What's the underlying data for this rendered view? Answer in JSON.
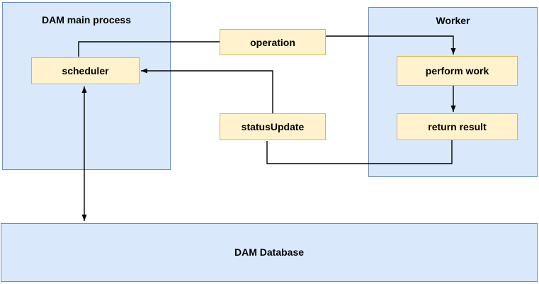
{
  "diagram": {
    "containers": {
      "dam_main_process": {
        "title": "DAM main process"
      },
      "worker": {
        "title": "Worker"
      },
      "dam_database": {
        "title": "DAM Database"
      }
    },
    "nodes": {
      "scheduler": {
        "label": "scheduler"
      },
      "operation": {
        "label": "operation"
      },
      "status_update": {
        "label": "statusUpdate"
      },
      "perform_work": {
        "label": "perform work"
      },
      "return_result": {
        "label": "return result"
      }
    },
    "edges": [
      {
        "id": "operation-to-scheduler",
        "from": "operation",
        "to": "scheduler",
        "arrowhead": "none"
      },
      {
        "id": "operation-to-perform-work",
        "from": "operation",
        "to": "perform_work",
        "arrowhead": "end"
      },
      {
        "id": "perform-work-to-return-result",
        "from": "perform_work",
        "to": "return_result",
        "arrowhead": "end"
      },
      {
        "id": "return-result-to-status-update",
        "from": "return_result",
        "to": "status_update",
        "arrowhead": "none"
      },
      {
        "id": "status-update-to-scheduler",
        "from": "status_update",
        "to": "scheduler",
        "arrowhead": "end"
      },
      {
        "id": "scheduler-to-dam-database",
        "from": "scheduler",
        "to": "dam_database",
        "arrowhead": "both"
      }
    ],
    "colors": {
      "container_fill": "#dae8fc",
      "container_border": "#6c8ebf",
      "node_fill": "#fff2cc",
      "node_border": "#d6b656",
      "edge": "#000000",
      "background": "#ffffff"
    }
  }
}
